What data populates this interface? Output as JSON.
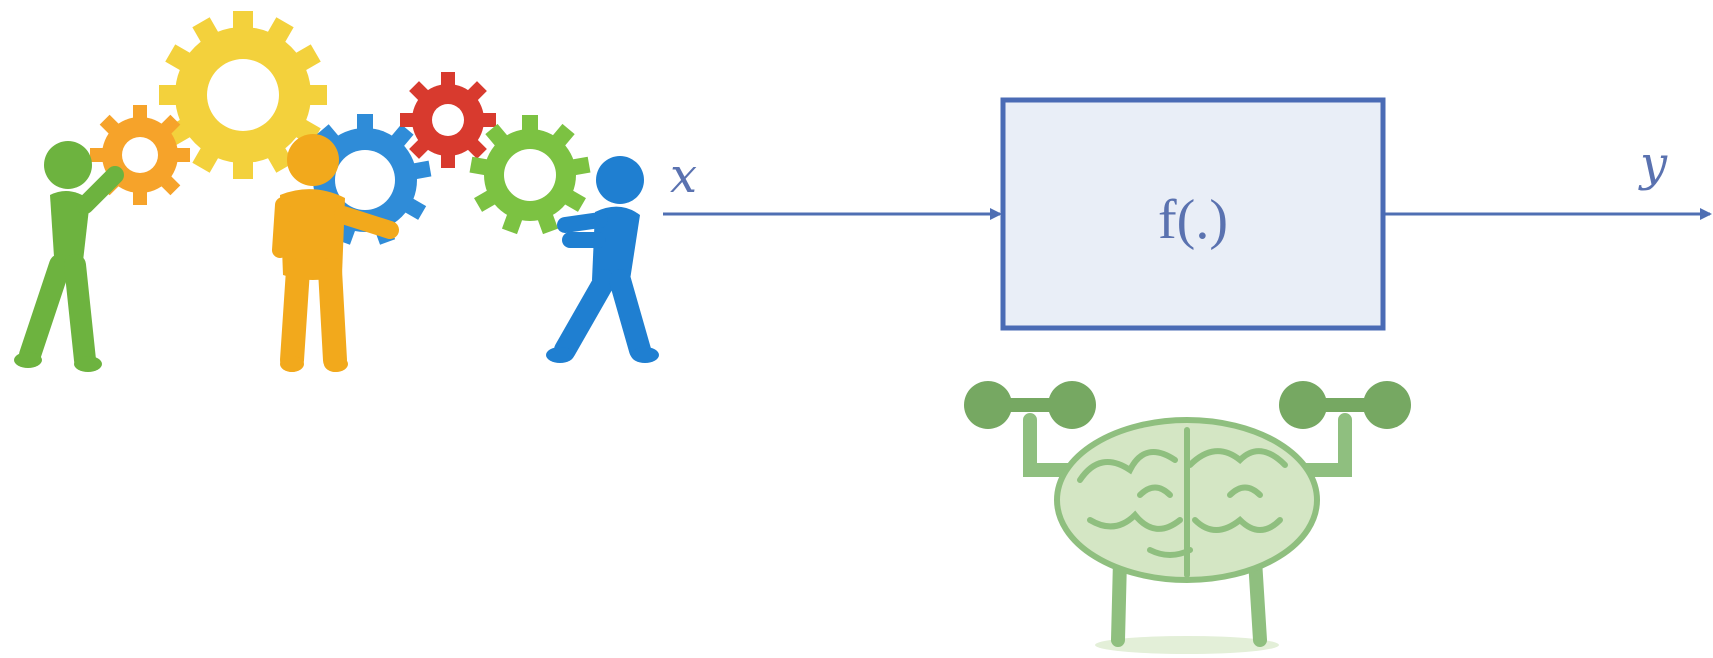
{
  "diagram": {
    "input_label": "x",
    "output_label": "y",
    "function_label": "f(.)"
  },
  "colors": {
    "line": "#4f6fb3",
    "box_fill": "#e9eef7",
    "box_stroke": "#4a6bb5",
    "label": "#5a72b0",
    "brain_fill": "#d4e6c4",
    "brain_stroke": "#8fbf7f",
    "dumbbell": "#76a862",
    "gear_yellow": "#f3d13c",
    "gear_orange": "#f6a32a",
    "gear_blue": "#2f8cd8",
    "gear_red": "#d83a2e",
    "gear_green": "#7cc242",
    "person_green": "#6db33f",
    "person_orange": "#f2a91c",
    "person_blue": "#1f7fd1"
  },
  "illustrations": {
    "left": "people-with-gears-icon",
    "bottom": "brain-lifting-dumbbells-icon"
  }
}
